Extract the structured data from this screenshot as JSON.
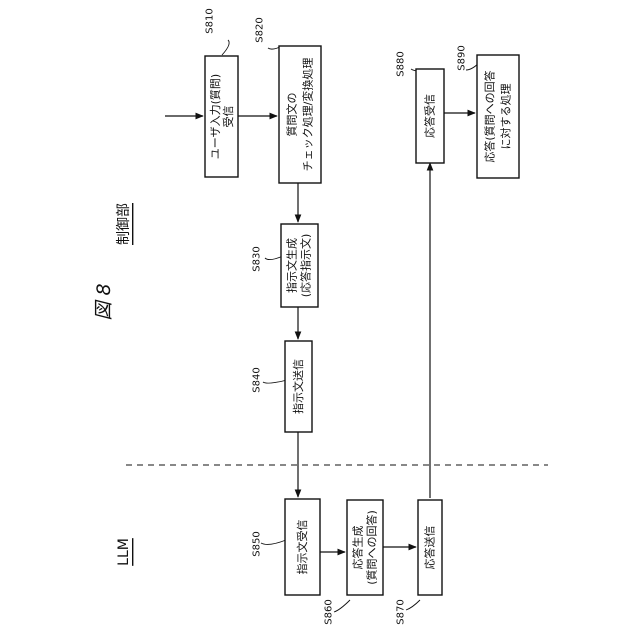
{
  "figure_label": "図 8",
  "lanes": {
    "control": "制御部",
    "llm": "LLM"
  },
  "steps": {
    "s810": {
      "id": "S810",
      "lines": [
        "ユーザ入力(質問)",
        "受信"
      ]
    },
    "s820": {
      "id": "S820",
      "lines": [
        "質問文の",
        "チェック処理/変換処理"
      ]
    },
    "s830": {
      "id": "S830",
      "lines": [
        "指示文生成",
        "(応答指示文)"
      ]
    },
    "s840": {
      "id": "S840",
      "lines": [
        "指示文送信"
      ]
    },
    "s850": {
      "id": "S850",
      "lines": [
        "指示文受信"
      ]
    },
    "s860": {
      "id": "S860",
      "lines": [
        "応答生成",
        "(質問への回答)"
      ]
    },
    "s870": {
      "id": "S870",
      "lines": [
        "応答送信"
      ]
    },
    "s880": {
      "id": "S880",
      "lines": [
        "応答受信"
      ]
    },
    "s890": {
      "id": "S890",
      "lines": [
        "応答(質問への回答",
        "に対する処理"
      ]
    }
  }
}
